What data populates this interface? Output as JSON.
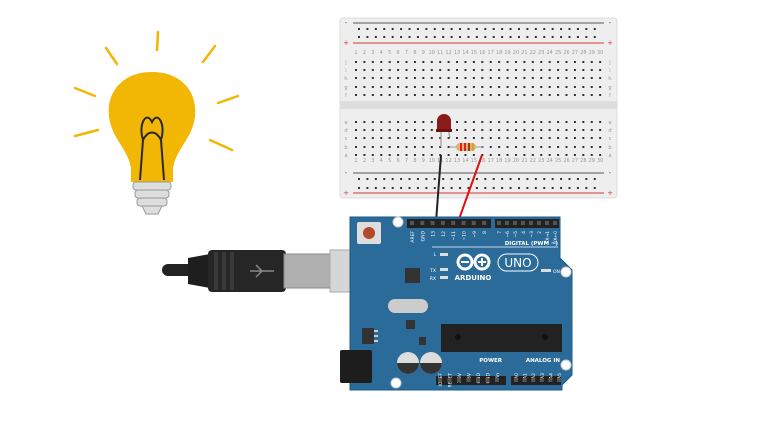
{
  "breadboard": {
    "row_letters_top": [
      "j",
      "i",
      "h",
      "g",
      "f"
    ],
    "row_letters_bottom": [
      "e",
      "d",
      "c",
      "b",
      "a"
    ],
    "columns": 30,
    "rail_minus": "-",
    "rail_plus": "+",
    "colors": {
      "body": "#eeeeee",
      "hole": "#333333",
      "rail_red": "#d33a3a",
      "rail_dark": "#555555"
    }
  },
  "components": {
    "led_color": "#8b1a1a",
    "resistor_color": "#e0b070",
    "wire_black": "#222222",
    "wire_red": "#e01010"
  },
  "arduino": {
    "brand": "ARDUINO",
    "model": "UNO",
    "on_label": "ON",
    "led_labels": [
      "L",
      "TX",
      "RX"
    ],
    "digital_header": "DIGITAL (PWM ~)",
    "digital_pins": [
      "AREF",
      "GND",
      "13",
      "12",
      "~11",
      "~10",
      "~9",
      "8",
      "7",
      "~6",
      "~5",
      "4",
      "~3",
      "2",
      "TX→1",
      "RX←0"
    ],
    "power_header": "POWER",
    "power_pins": [
      "IOREF",
      "RESET",
      "3.3V",
      "5V",
      "GND",
      "GND",
      "Vin"
    ],
    "analog_header": "ANALOG IN",
    "analog_pins": [
      "A0",
      "A1",
      "A2",
      "A3",
      "A4",
      "A5"
    ],
    "board_color": "#2b6b9a"
  },
  "bulb": {
    "color": "#f2b705",
    "ray_color": "#f2b705"
  }
}
